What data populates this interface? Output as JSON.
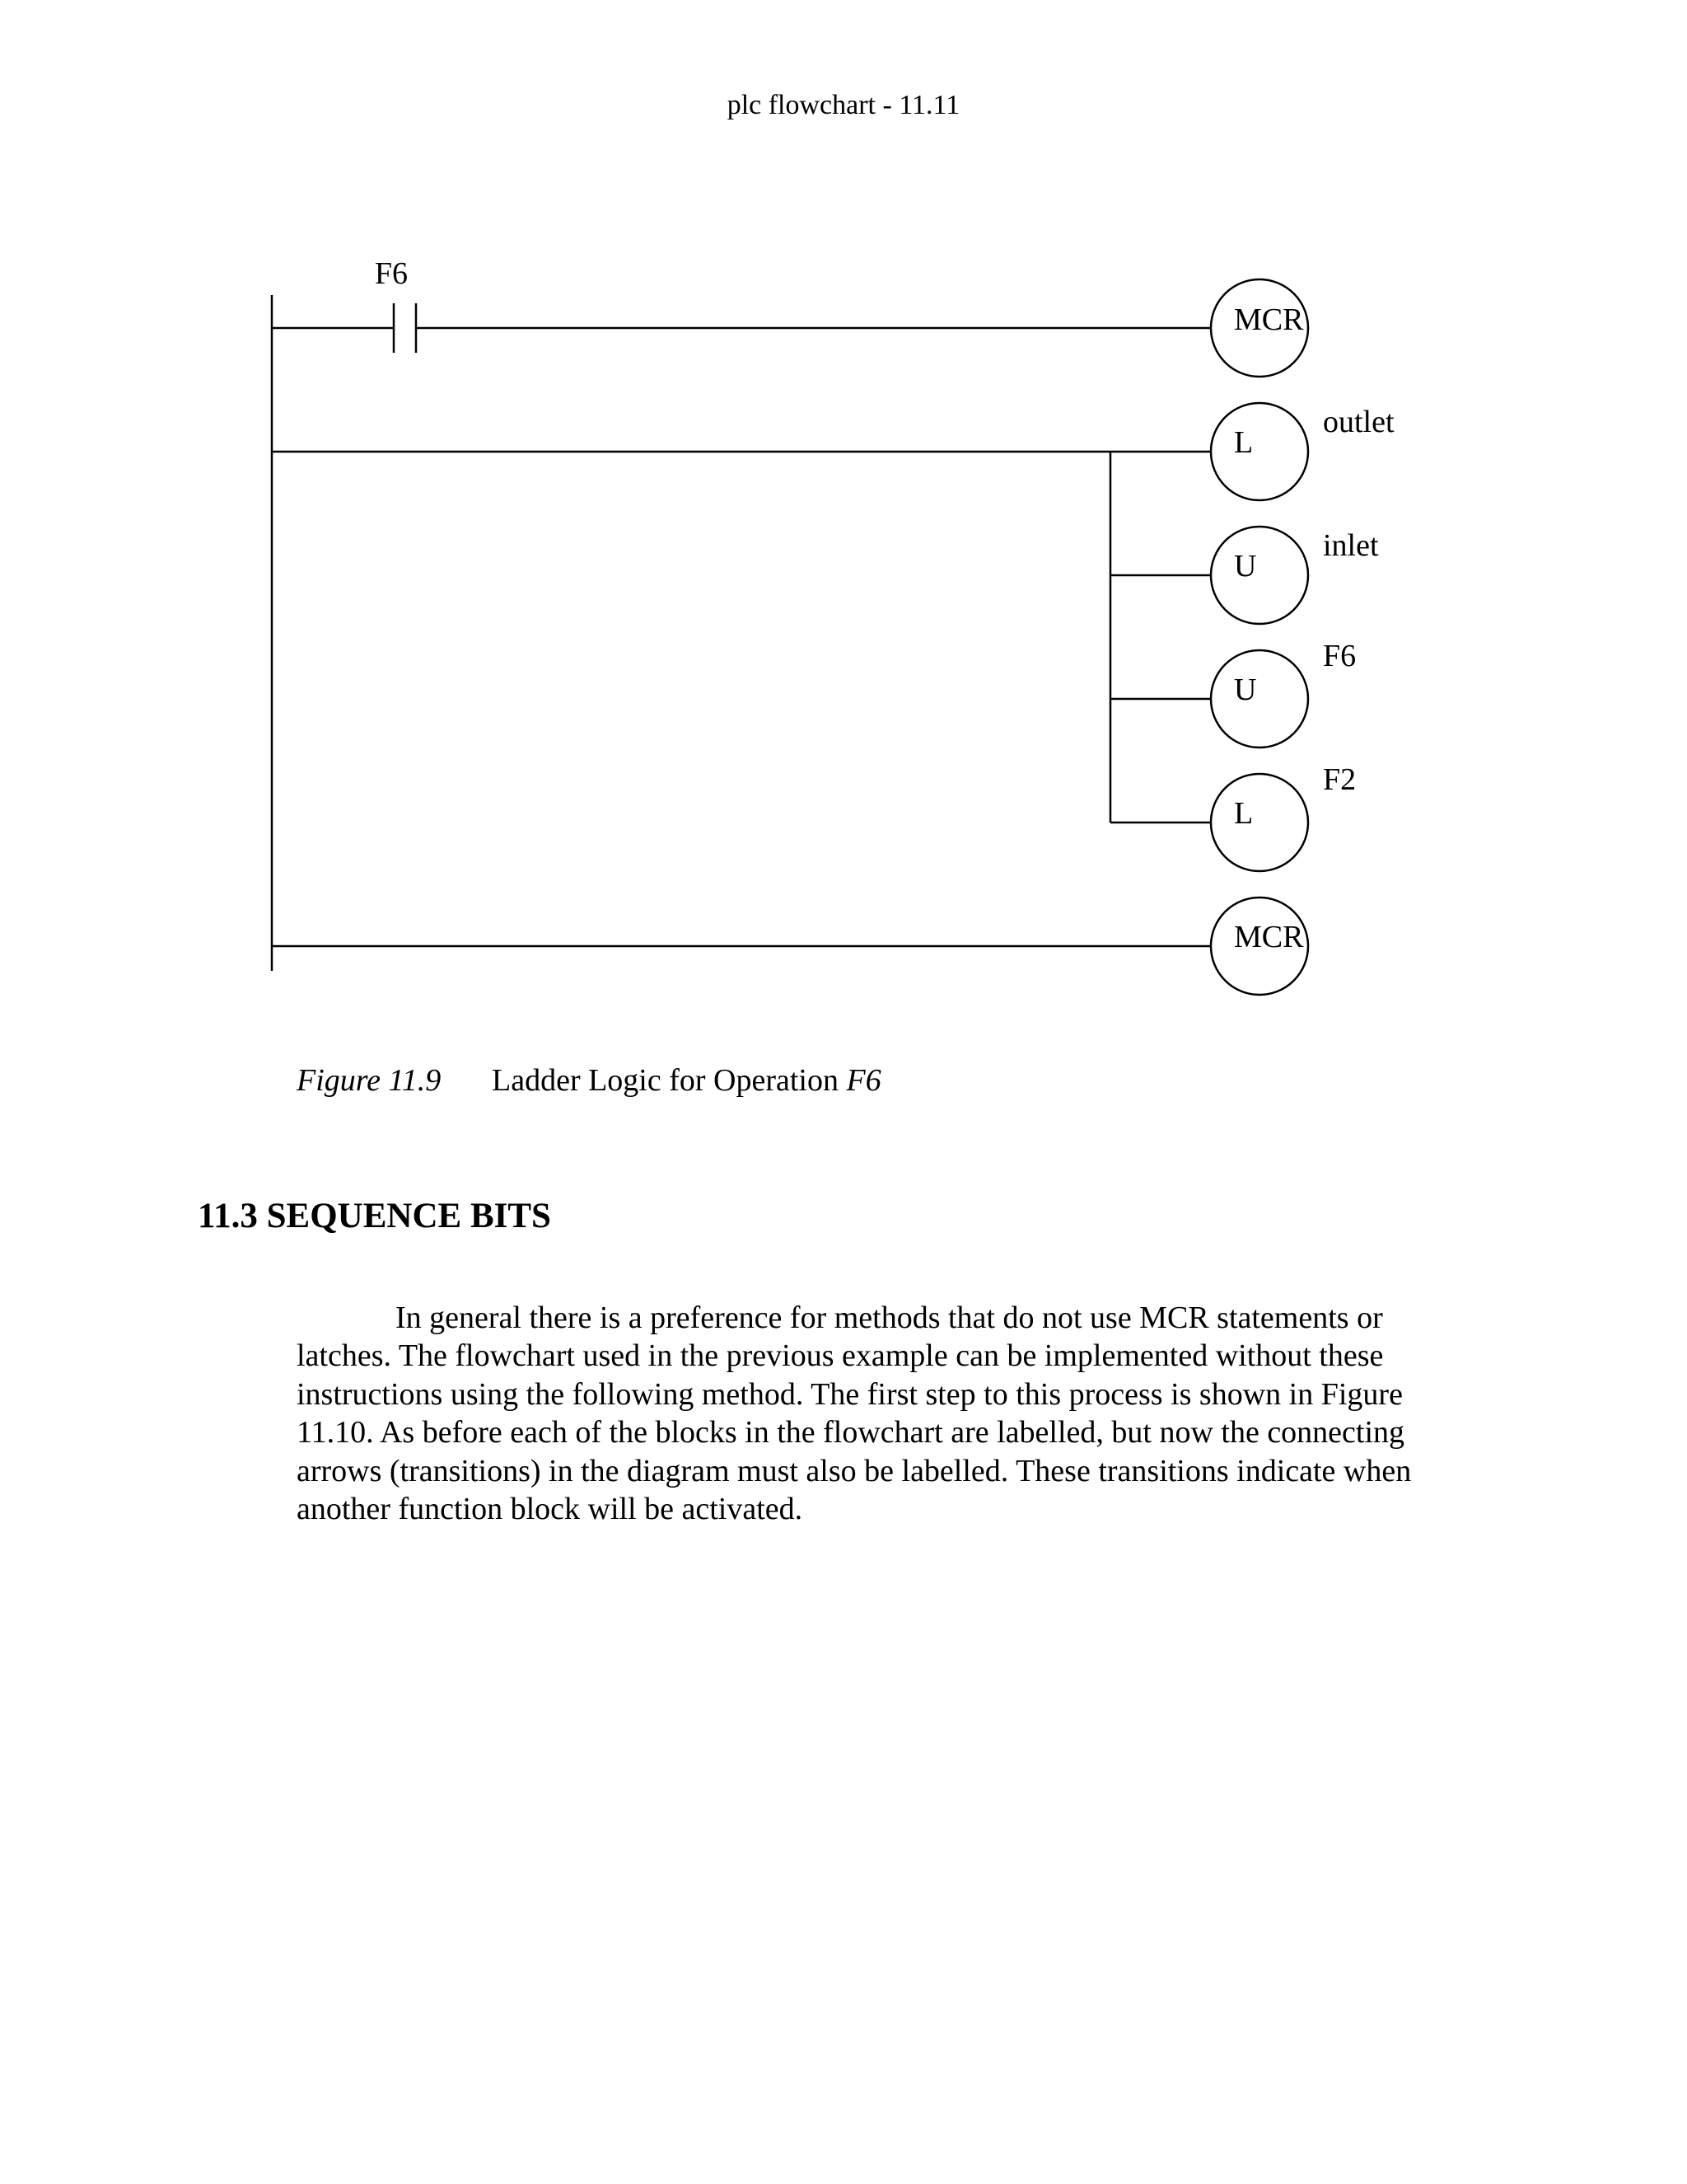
{
  "header": {
    "title": "plc flowchart - 11.11"
  },
  "diagram": {
    "contact_label": "F6",
    "coils": [
      {
        "symbol": "MCR",
        "label": ""
      },
      {
        "symbol": "L",
        "label": "outlet"
      },
      {
        "symbol": "U",
        "label": "inlet"
      },
      {
        "symbol": "U",
        "label": "F6"
      },
      {
        "symbol": "L",
        "label": "F2"
      },
      {
        "symbol": "MCR",
        "label": ""
      }
    ]
  },
  "caption": {
    "number": "Figure 11.9",
    "text": "Ladder Logic for Operation ",
    "variable": "F6"
  },
  "section": {
    "heading": "11.3 SEQUENCE BITS",
    "paragraph": "In general there is a preference for methods that do not use MCR statements or latches. The flowchart used in the previous example can be implemented without these instructions using the following method. The first step to this process is shown in Figure 11.10. As before each of the blocks in the flowchart are labelled, but now the connecting arrows (transitions) in the diagram must also be labelled. These transitions indicate when another function block will be activated."
  }
}
